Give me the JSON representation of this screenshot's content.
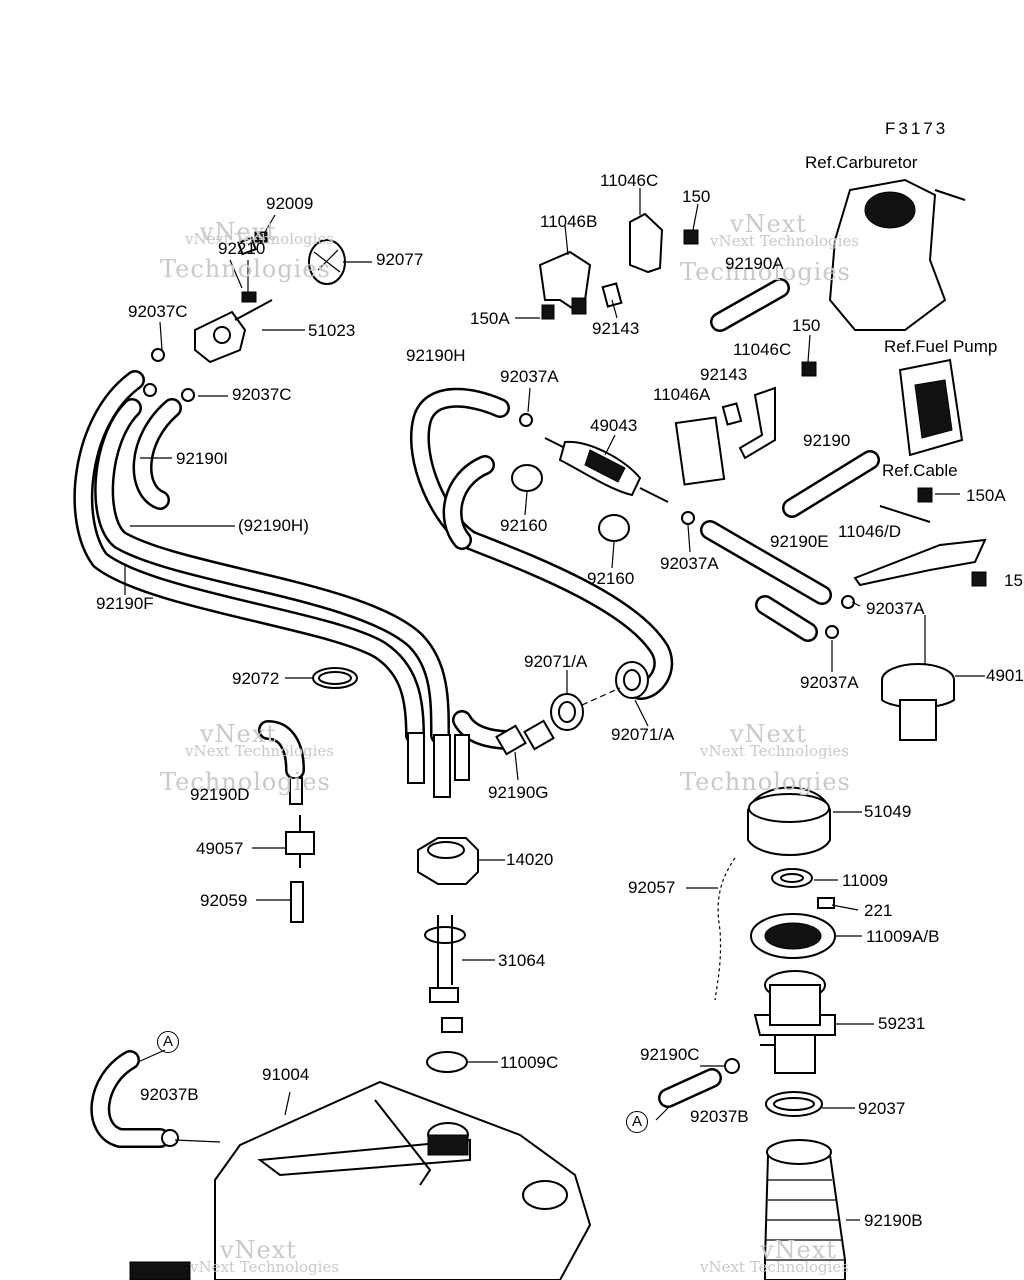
{
  "diagram": {
    "code": "F3173",
    "refs": {
      "carburetor": "Ref.Carburetor",
      "fuel_pump": "Ref.Fuel Pump",
      "cable": "Ref.Cable"
    },
    "callouts": {
      "c92009": "92009",
      "c92210": "92210",
      "c92077": "92077",
      "c92037C_1": "92037C",
      "c51023": "51023",
      "c92037C_2": "92037C",
      "c92190I": "92190I",
      "c92190H_p": "(92190H)",
      "c92190F": "92190F",
      "c11046C_1": "11046C",
      "c11046B": "11046B",
      "c150_1": "150",
      "c150A_1": "150A",
      "c92143_1": "92143",
      "c92190A": "92190A",
      "c150_2": "150",
      "c11046C_2": "11046C",
      "c92190H": "92190H",
      "c92037A_1": "92037A",
      "c92143_2": "92143",
      "c49043": "49043",
      "c11046A": "11046A",
      "c92160_1": "92160",
      "c92160_2": "92160",
      "c92037A_2": "92037A",
      "c92190": "92190",
      "c150A_2": "150A",
      "c11046D": "11046/D",
      "c92190E": "92190E",
      "c15": "15",
      "c92037A_3": "92037A",
      "c92037A_4": "92037A",
      "c4901": "4901",
      "c92072": "92072",
      "c92071A_1": "92071/A",
      "c92071A_2": "92071/A",
      "c92190D": "92190D",
      "c92190G": "92190G",
      "c51049": "51049",
      "c49057": "49057",
      "c14020": "14020",
      "c92057": "92057",
      "c11009": "11009",
      "c221": "221",
      "c92059": "92059",
      "c11009AB": "11009A/B",
      "c31064": "31064",
      "c59231": "59231",
      "c92190C": "92190C",
      "c11009C": "11009C",
      "c91004": "91004",
      "c92037B_1": "92037B",
      "c92037B_2": "92037B",
      "c92037": "92037",
      "c92190B": "92190B",
      "markerA_1": "A",
      "markerA_2": "A"
    }
  },
  "watermark": {
    "line1": "vNext Technologies",
    "line2": "Technologies",
    "line3": "vNext"
  }
}
